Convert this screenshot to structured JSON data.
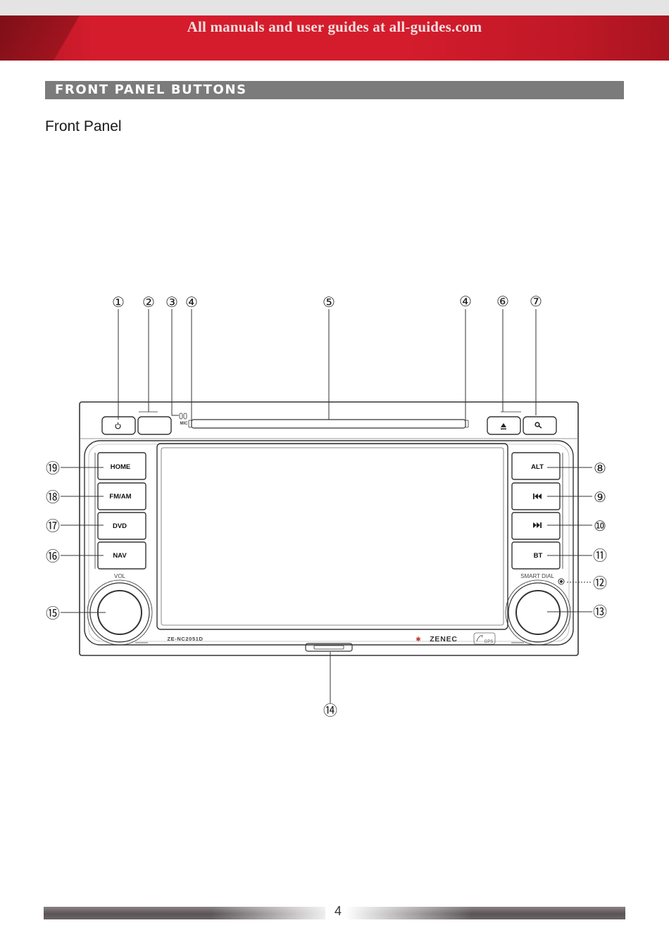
{
  "banner": {
    "text": "All manuals and user guides at all-guides.com"
  },
  "section": {
    "title": "FRONT PANEL BUTTONS",
    "subtitle": "Front Panel"
  },
  "device": {
    "buttons_left": [
      "HOME",
      "FM/AM",
      "DVD",
      "NAV"
    ],
    "buttons_right": [
      "ALT",
      "BT"
    ],
    "mic_label": "MIC",
    "vol_label": "VOL",
    "smart_dial_label": "SMART DIAL",
    "model": "ZE-NC2051D",
    "brand": "ZENEC",
    "gps_label": "GPS",
    "icons": [
      "power-icon",
      "eject-icon",
      "search-icon",
      "previous-track-icon",
      "next-track-icon"
    ]
  },
  "callouts": [
    "①",
    "②",
    "③",
    "④",
    "⑤",
    "④",
    "⑥",
    "⑦",
    "⑧",
    "⑨",
    "⑩",
    "⑪",
    "⑫",
    "⑬",
    "⑭",
    "⑮",
    "⑯",
    "⑰",
    "⑱",
    "⑲"
  ],
  "footer": {
    "page_number": "4"
  }
}
